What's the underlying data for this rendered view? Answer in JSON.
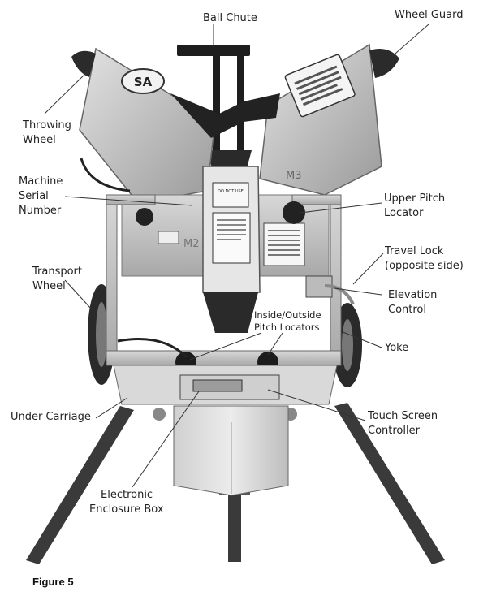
{
  "figure": {
    "caption": "Figure 5",
    "labels": {
      "ball_chute": "Ball Chute",
      "wheel_guard": "Wheel Guard",
      "throwing_wheel_1": "Throwing",
      "throwing_wheel_2": "Wheel",
      "serial_1": "Machine",
      "serial_2": "Serial",
      "serial_3": "Number",
      "upper_pitch_1": "Upper Pitch",
      "upper_pitch_2": "Locator",
      "transport_1": "Transport",
      "transport_2": "Wheel",
      "travel_lock_1": "Travel Lock",
      "travel_lock_2": "(opposite side)",
      "elevation_1": "Elevation",
      "elevation_2": "Control",
      "inout_1": "Inside/Outside",
      "inout_2": "Pitch Locators",
      "yoke": "Yoke",
      "under_carriage": "Under Carriage",
      "touch_1": "Touch Screen",
      "touch_2": "Controller",
      "enclosure_1": "Electronic",
      "enclosure_2": "Enclosure Box"
    },
    "machine_text": {
      "logo": "SA",
      "head_mark": "M3",
      "center_mark": "M2",
      "sticker_warning": "DO NOT USE"
    }
  }
}
